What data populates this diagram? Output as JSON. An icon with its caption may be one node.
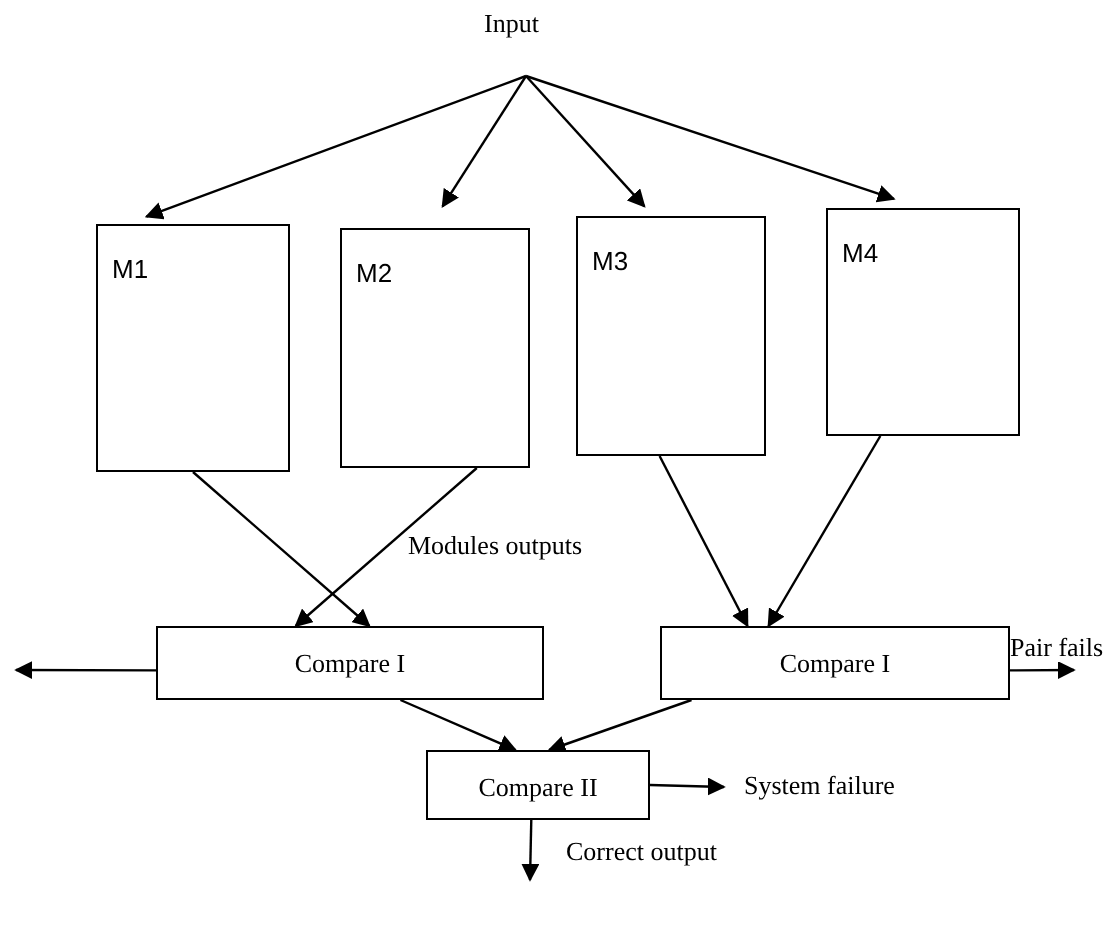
{
  "diagram": {
    "nodes": [
      {
        "text": [
          "Input"
        ]
      },
      {
        "text": [
          "M1"
        ]
      },
      {
        "text": [
          "M2"
        ]
      },
      {
        "text": [
          "M3"
        ]
      },
      {
        "text": [
          "M4"
        ]
      },
      {
        "text": [
          "Compare I"
        ]
      },
      {
        "text": [
          "Compare I"
        ]
      },
      {
        "text": [
          "Compare II"
        ]
      },
      {
        "text": [
          "System failure"
        ]
      }
    ],
    "edges": [
      {
        "from": 0,
        "to": 1,
        "arrow": "to"
      },
      {
        "from": 0,
        "to": 2,
        "arrow": "to"
      },
      {
        "from": 0,
        "to": 3,
        "arrow": "to"
      },
      {
        "from": 0,
        "to": 4,
        "arrow": "to"
      },
      {
        "from": 1,
        "to": 5,
        "arrow": "to"
      },
      {
        "from": 2,
        "to": 5,
        "arrow": "to"
      },
      {
        "from": 3,
        "to": 6,
        "arrow": "to"
      },
      {
        "from": 4,
        "to": 6,
        "arrow": "to"
      },
      {
        "from": 5,
        "to": 7,
        "arrow": "to"
      },
      {
        "from": 6,
        "to": 7,
        "arrow": "to"
      },
      {
        "from": 5,
        "to": null,
        "arrow": "to"
      },
      {
        "from": 6,
        "to": null,
        "arrow": "to",
        "label": "Pair fails"
      },
      {
        "from": 7,
        "to": 8,
        "arrow": "to"
      },
      {
        "from": 7,
        "to": null,
        "arrow": "to",
        "label": "Correct output"
      }
    ],
    "labels": [
      "Modules outputs"
    ]
  }
}
